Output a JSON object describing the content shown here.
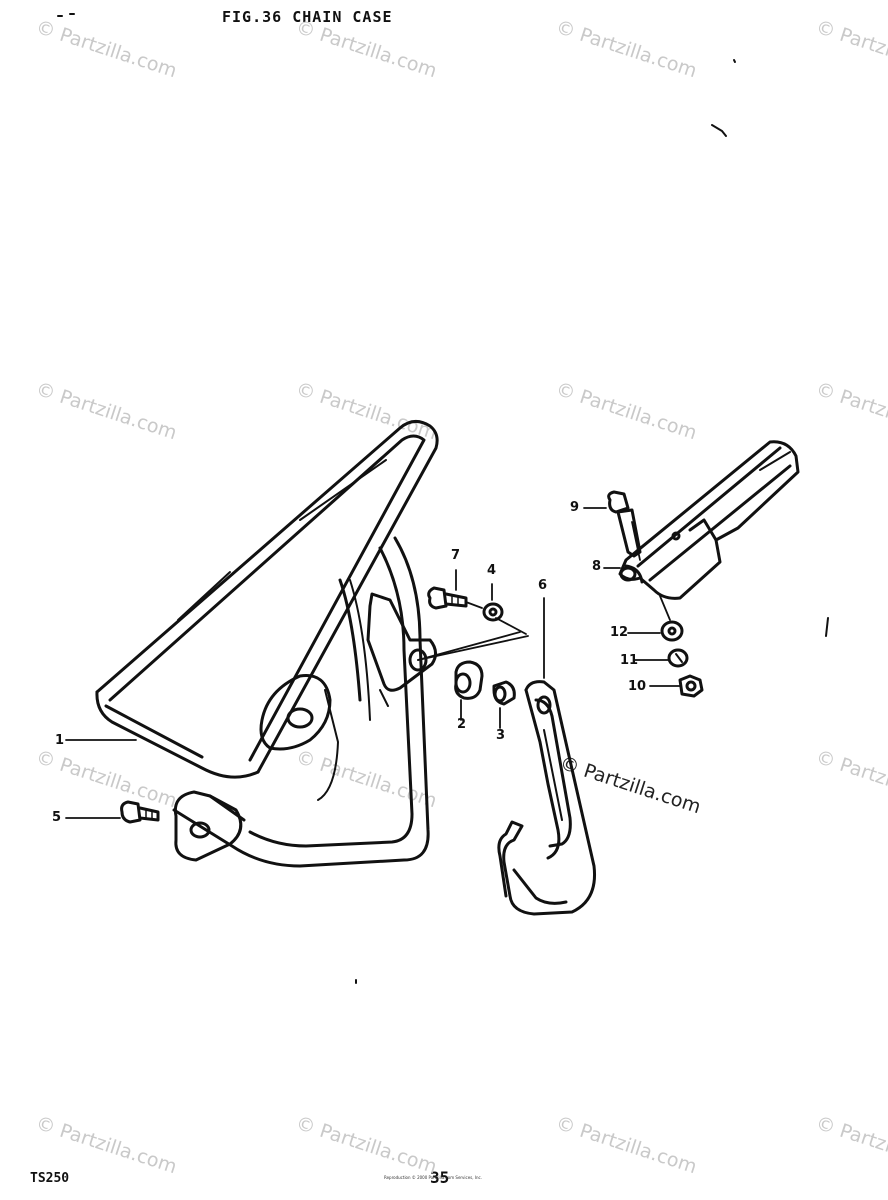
{
  "header": {
    "title": "FIG.36  CHAIN CASE"
  },
  "footer": {
    "model": "TS250",
    "page": "35",
    "copyright": "Reproduction © 2000 Partzilla.com Services, Inc."
  },
  "watermark": {
    "text": "© Partzilla.com"
  },
  "parts": [
    {
      "no": "1"
    },
    {
      "no": "2"
    },
    {
      "no": "3"
    },
    {
      "no": "4"
    },
    {
      "no": "5"
    },
    {
      "no": "6"
    },
    {
      "no": "7"
    },
    {
      "no": "8"
    },
    {
      "no": "9"
    },
    {
      "no": "10"
    },
    {
      "no": "11"
    },
    {
      "no": "12"
    }
  ]
}
